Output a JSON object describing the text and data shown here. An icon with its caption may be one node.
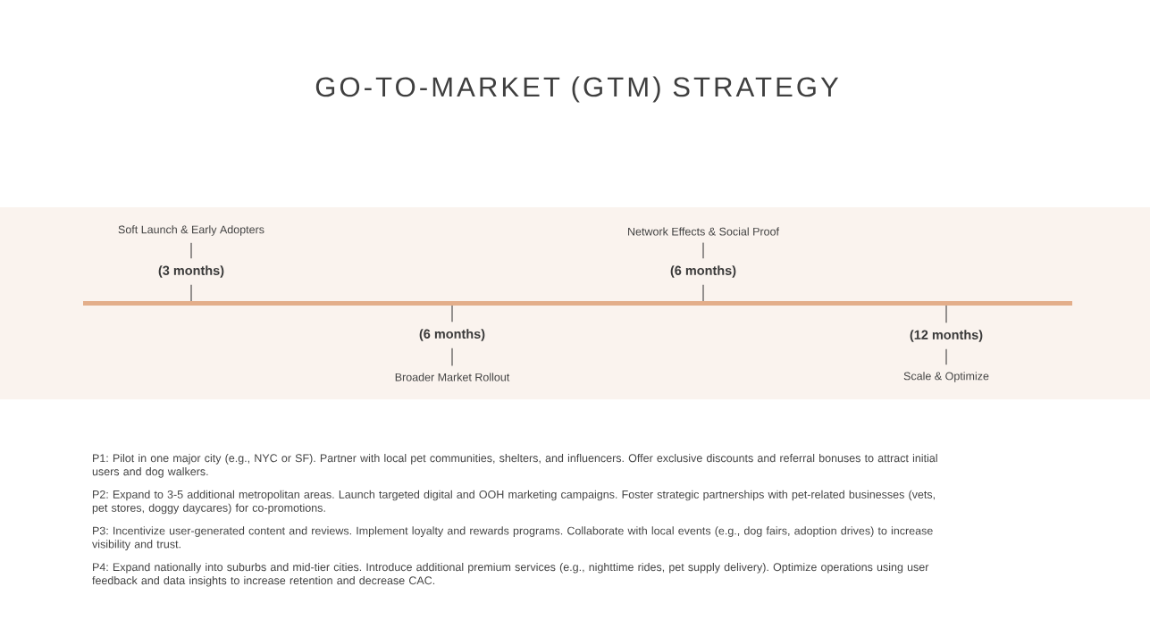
{
  "diagram": {
    "title": "GO-TO-MARKET (GTM) STRATEGY",
    "nodes": [
      {
        "text": [],
        "shape": "band"
      },
      {
        "text": [],
        "shape": "bar",
        "in": 0
      },
      {
        "text": [
          "Soft Launch & Early Adopters"
        ],
        "in": 0
      },
      {
        "text": [
          "(3 months)"
        ],
        "in": 0
      },
      {
        "text": [
          "(6 months)"
        ],
        "in": 0
      },
      {
        "text": [
          "Broader Market Rollout"
        ],
        "in": 0
      },
      {
        "text": [
          "Network Effects & Social Proof"
        ],
        "in": 0
      },
      {
        "text": [
          "(6 months)"
        ],
        "in": 0
      },
      {
        "text": [
          "(12 months)"
        ],
        "in": 0
      },
      {
        "text": [
          "Scale & Optimize"
        ],
        "in": 0
      }
    ],
    "edges": [
      {
        "from": 2,
        "to": 3,
        "arrow": "none"
      },
      {
        "from": 3,
        "to": 1,
        "arrow": "none"
      },
      {
        "from": 1,
        "to": 4,
        "arrow": "none"
      },
      {
        "from": 4,
        "to": 5,
        "arrow": "none"
      },
      {
        "from": 6,
        "to": 7,
        "arrow": "none"
      },
      {
        "from": 7,
        "to": 1,
        "arrow": "none"
      },
      {
        "from": 1,
        "to": 8,
        "arrow": "none"
      },
      {
        "from": 8,
        "to": 9,
        "arrow": "none"
      }
    ],
    "labels": [
      "P1: Pilot in one major city (e.g., NYC or SF). Partner with local pet communities, shelters, and influencers. Offer exclusive discounts and referral bonuses to attract initial users and dog walkers.",
      "P2: Expand to 3-5 additional metropolitan areas. Launch targeted digital and OOH marketing campaigns. Foster strategic partnerships with pet-related businesses (vets, pet stores, doggy daycares) for co-promotions.",
      "P3: Incentivize user-generated content and reviews. Implement loyalty and rewards programs. Collaborate with local events (e.g., dog fairs, adoption drives) to increase visibility and trust.",
      "P4: Expand nationally into suburbs and mid-tier cities. Introduce additional premium services (e.g., nighttime rides, pet supply delivery). Optimize operations using user feedback and data insights to increase retention and decrease CAC."
    ]
  }
}
